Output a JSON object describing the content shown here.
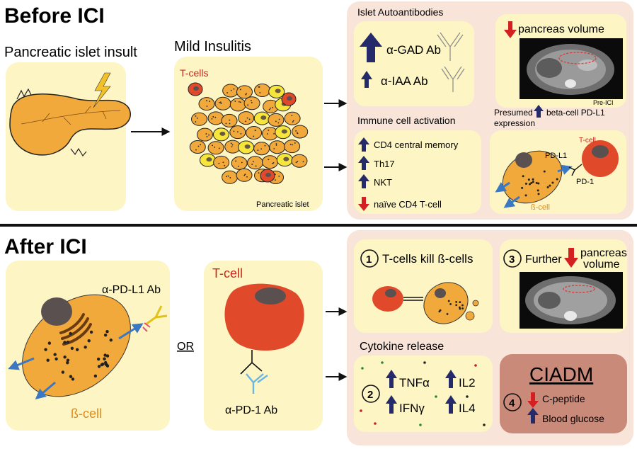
{
  "before": {
    "title": "Before ICI",
    "islet_insult": "Pancreatic islet insult",
    "mild_insulitis": "Mild Insulitis",
    "tcells_label": "T-cells",
    "pancreatic_islet": "Pancreatic islet",
    "autoantibodies": {
      "title": "Islet Autoantibodies",
      "gad": "α-GAD Ab",
      "iaa": "α-IAA Ab"
    },
    "pancreas_volume": "pancreas volume",
    "pre_ici": "Pre-ICI",
    "immune_activation": {
      "title": "Immune cell activation",
      "items": [
        "CD4 central memory",
        "Th17",
        "NKT",
        "naïve CD4 T-cell"
      ]
    },
    "presumed": {
      "line1_a": "Presumed",
      "line1_b": "beta-cell PD-L1",
      "line2": "expression"
    },
    "interaction": {
      "tcell": "T-cell",
      "pdl1": "PD-L1",
      "pd1": "PD-1",
      "bcell": "ß-cell"
    }
  },
  "after": {
    "title": "After ICI",
    "pdl1_ab": "α-PD-L1 Ab",
    "bcell": "ß-cell",
    "or": "OR",
    "tcell": "T-cell",
    "pd1_ab": "α-PD-1 Ab",
    "step1": {
      "num": "1",
      "text": "T-cells kill ß-cells"
    },
    "step3": {
      "num": "3",
      "text_a": "Further",
      "text_b": "pancreas",
      "text_c": "volume"
    },
    "cytokine_title": "Cytokine release",
    "step2": {
      "num": "2",
      "c1": "TNFα",
      "c2": "IL2",
      "c3": "IFNγ",
      "c4": "IL4"
    },
    "step4": {
      "num": "4",
      "title": "CIADM",
      "l1": "C-peptide",
      "l2": "Blood glucose"
    }
  },
  "colors": {
    "panel_pink": "#f8e4d8",
    "box_yellow": "#fdf5c4",
    "cell_orange": "#f2a93b",
    "tcell_red": "#e04a2a",
    "arrow_navy": "#252a6a",
    "arrow_red": "#d42020",
    "ciadm": "#c98a7a"
  }
}
